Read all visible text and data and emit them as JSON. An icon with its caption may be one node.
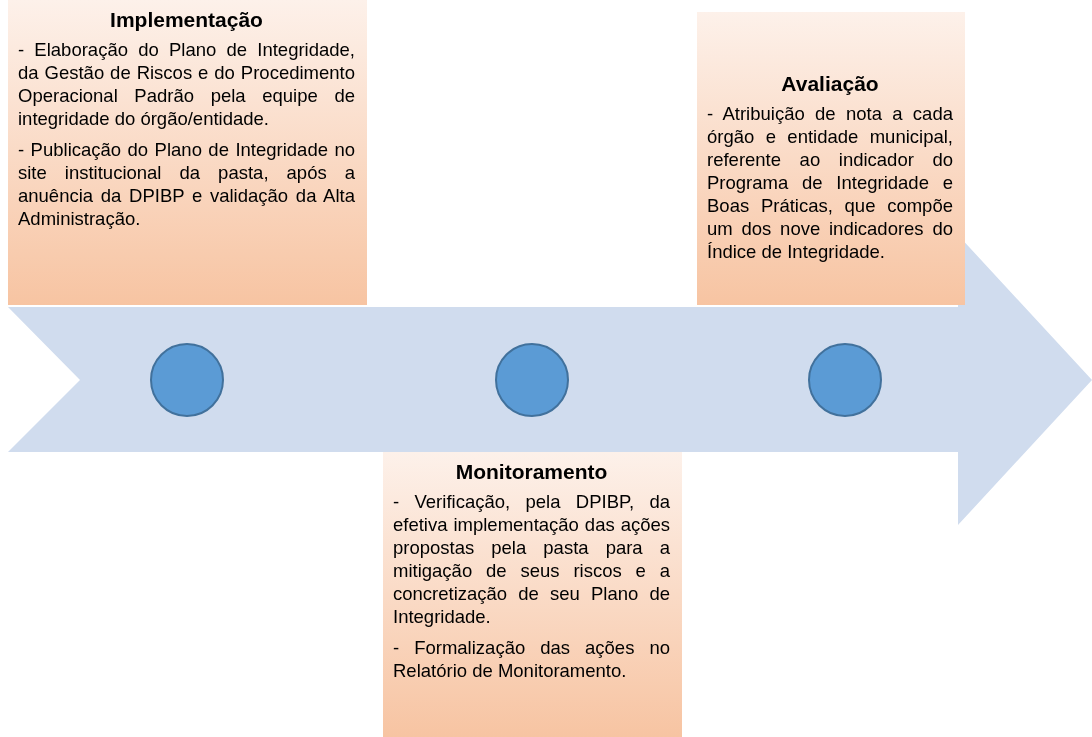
{
  "diagram": {
    "nodes": [
      {
        "text": [
          "Implementação",
          "- Elaboração do Plano de Integridade, da Gestão de Riscos e do Procedimento Operacional Padrão pela equipe de integridade do órgão/entidade.",
          "- Publicação do Plano de Integridade no site institucional da pasta, após a anuência da DPIBP e validação da Alta Administração."
        ]
      },
      {
        "text": [
          "Avaliação",
          "- Atribuição de nota a cada órgão e entidade municipal, referente ao indicador do Programa de Integridade e Boas Práticas, que compõe um dos nove indicadores do Índice de Integridade."
        ]
      },
      {
        "text": [],
        "shape": "circle"
      },
      {
        "text": [],
        "shape": "circle"
      },
      {
        "text": [],
        "shape": "circle"
      },
      {
        "text": [
          "Monitoramento",
          "- Verificação, pela DPIBP, da efetiva implementação das ações propostas pela pasta para a mitigação de seus riscos e a concretização de seu Plano de Integridade.",
          "- Formalização das ações no Relatório de Monitoramento."
        ]
      }
    ],
    "edges": []
  }
}
